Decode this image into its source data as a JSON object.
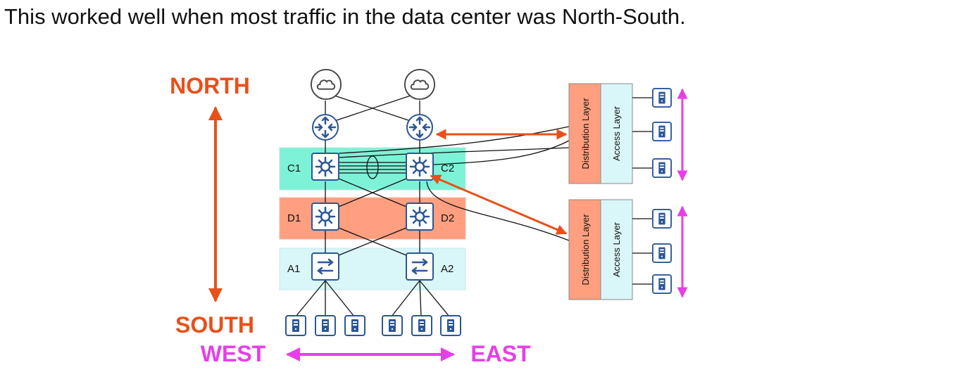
{
  "headline": "This worked well when most traffic in the data center was North-South.",
  "directions": {
    "north": "NORTH",
    "south": "SOUTH",
    "west": "WEST",
    "east": "EAST"
  },
  "switches": {
    "c1": "C1",
    "c2": "C2",
    "d1": "D1",
    "d2": "D2",
    "a1": "A1",
    "a2": "A2"
  },
  "pods": [
    {
      "distribution": "Distribution Layer",
      "access": "Access Layer"
    },
    {
      "distribution": "Distribution Layer",
      "access": "Access Layer"
    }
  ],
  "colors": {
    "north_south": "#e8501a",
    "east_west": "#e83ee8",
    "core_band": "#7ef2d6",
    "distribution_band": "#ff9f7f",
    "access_band": "#d9f6f8",
    "device_stroke": "#2b5797"
  },
  "icons": [
    "cloud-icon",
    "router-icon",
    "multilayer-switch-icon",
    "layer2-switch-icon",
    "server-icon"
  ]
}
